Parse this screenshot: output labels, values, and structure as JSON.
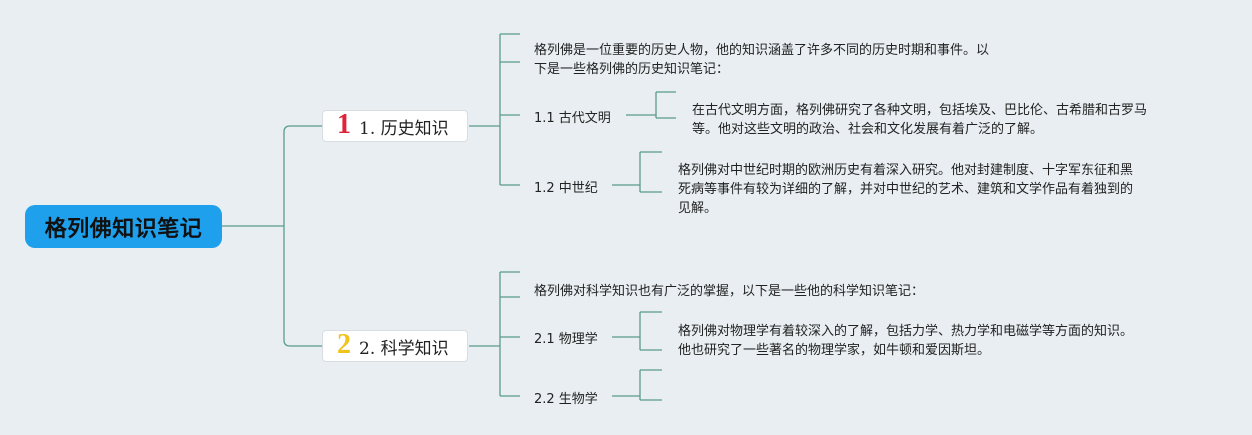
{
  "root": {
    "title": "格列佛知识笔记"
  },
  "branches": [
    {
      "badge": "1",
      "badge_color": "#e0223a",
      "title": "1. 历史知识",
      "intro": [
        "格列佛是一位重要的历史人物，他的知识涵盖了许多不同的历史时期和事件。以",
        "下是一些格列佛的历史知识笔记："
      ],
      "children": [
        {
          "label": "1.1 古代文明",
          "detail": [
            "在古代文明方面，格列佛研究了各种文明，包括埃及、巴比伦、古希腊和古罗马",
            "等。他对这些文明的政治、社会和文化发展有着广泛的了解。"
          ]
        },
        {
          "label": "1.2 中世纪",
          "detail": [
            "格列佛对中世纪时期的欧洲历史有着深入研究。他对封建制度、十字军东征和黑",
            "死病等事件有较为详细的了解，并对中世纪的艺术、建筑和文学作品有着独到的",
            "见解。"
          ]
        }
      ]
    },
    {
      "badge": "2",
      "badge_color": "#f2c31b",
      "title": "2. 科学知识",
      "intro": [
        "格列佛对科学知识也有广泛的掌握，以下是一些他的科学知识笔记："
      ],
      "children": [
        {
          "label": "2.1 物理学",
          "detail": [
            "格列佛对物理学有着较深入的了解，包括力学、热力学和电磁学等方面的知识。",
            "他也研究了一些著名的物理学家，如牛顿和爱因斯坦。"
          ]
        },
        {
          "label": "2.2 生物学",
          "detail": []
        }
      ]
    }
  ],
  "colors": {
    "background": "#e8eef1",
    "root": "#1fa0ec",
    "connector": "#5a9c8e"
  }
}
